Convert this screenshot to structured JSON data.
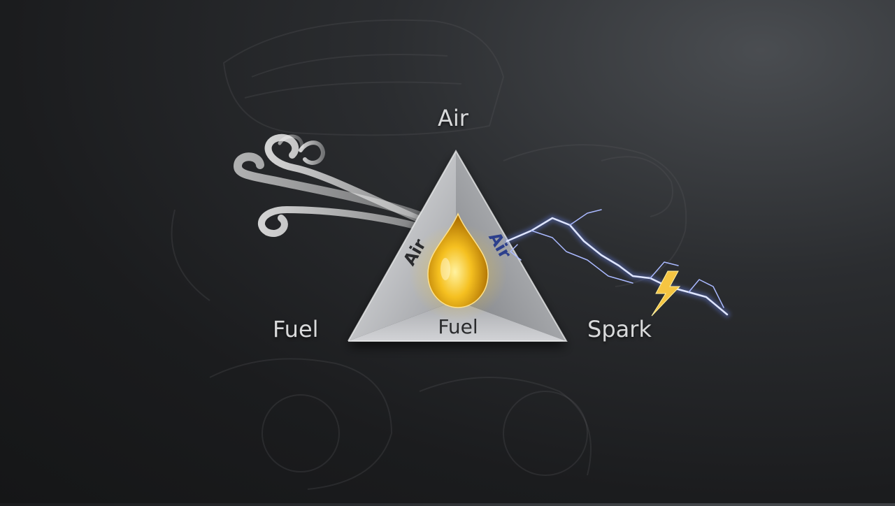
{
  "diagram": {
    "labels": {
      "air": "Air",
      "fuel": "Fuel",
      "spark": "Spark"
    },
    "face_labels": {
      "left": "Air",
      "right": "Air",
      "bottom": "Fuel"
    },
    "icons": [
      "wind-swirl-icon",
      "fuel-droplet-icon",
      "lightning-bolt-icon",
      "electric-arc-icon"
    ],
    "colors": {
      "background": "#1b1c1e",
      "triangle": "#b9bbbe",
      "droplet": "#f2b21a",
      "spark": "#6f8cff",
      "bolt": "#f5c542"
    }
  }
}
